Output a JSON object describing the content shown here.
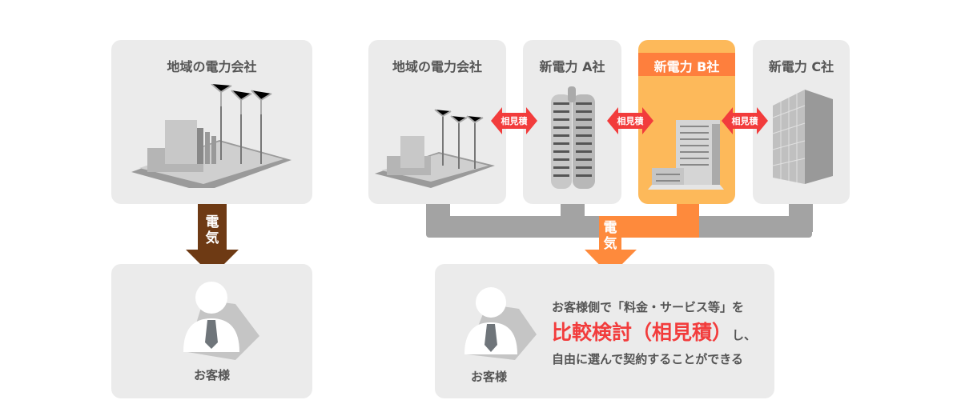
{
  "before": {
    "utility_label": "地域の電力会社",
    "electricity_label": [
      "電",
      "気"
    ],
    "customer_label": "お客様"
  },
  "after": {
    "providers": [
      {
        "label": "地域の電力会社"
      },
      {
        "label": "新電力 A社"
      },
      {
        "label": "新電力 B社",
        "selected": true
      },
      {
        "label": "新電力 C社"
      }
    ],
    "compare_badge": "相見積",
    "electricity_label": [
      "電",
      "気"
    ],
    "customer_label": "お客様",
    "message": {
      "line1": "お客様側で「料金・サービス等」を",
      "highlight": "比較検討（相見積）",
      "line2_suffix": "し、",
      "line3": "自由に選んで契約することができる"
    }
  },
  "colors": {
    "panel": "#ebebeb",
    "selected": "#fdb95a",
    "selected_header": "#fe7f3d",
    "badge": "#f23c3c",
    "brown_arrow": "#6e3a14",
    "orange_arrow": "#fe8a3c",
    "connector": "#a3a3a3"
  }
}
